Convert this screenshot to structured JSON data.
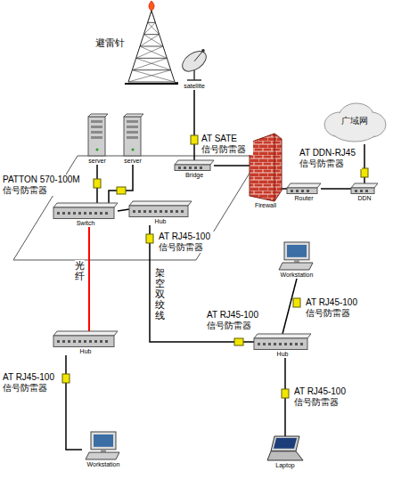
{
  "diagram": {
    "nodes": [
      {
        "text": [
          "避雷针"
        ]
      },
      {
        "text": [
          "satellite"
        ]
      },
      {
        "text": [
          "广域网"
        ]
      },
      {
        "text": [
          "server"
        ]
      },
      {
        "text": [
          "server"
        ]
      },
      {
        "text": [
          "Switch"
        ]
      },
      {
        "text": [
          "Hub"
        ]
      },
      {
        "text": [
          "Bridge"
        ]
      },
      {
        "text": [
          "Firewall"
        ]
      },
      {
        "text": [
          "Router"
        ]
      },
      {
        "text": [
          "DDN"
        ]
      },
      {
        "text": [
          "Hub"
        ]
      },
      {
        "text": [
          "Workstation"
        ]
      },
      {
        "text": [
          "Workstation"
        ]
      },
      {
        "text": [
          "Hub"
        ]
      },
      {
        "text": [
          "Laptop"
        ]
      }
    ],
    "edges": [
      {
        "from": 0,
        "to": 1,
        "arrow": "none"
      },
      {
        "from": 1,
        "to": 7,
        "arrow": "none"
      },
      {
        "from": 3,
        "to": 5,
        "arrow": "none"
      },
      {
        "from": 4,
        "to": 5,
        "arrow": "none"
      },
      {
        "from": 5,
        "to": 6,
        "arrow": "none"
      },
      {
        "from": 7,
        "to": 8,
        "arrow": "none"
      },
      {
        "from": 8,
        "to": 9,
        "arrow": "none"
      },
      {
        "from": 9,
        "to": 10,
        "arrow": "none"
      },
      {
        "from": 2,
        "to": 10,
        "arrow": "none"
      },
      {
        "from": 5,
        "to": 11,
        "label": "光纤",
        "arrow": "none"
      },
      {
        "from": 6,
        "to": 14,
        "label": "架空双绞线",
        "arrow": "none"
      },
      {
        "from": 11,
        "to": 12,
        "arrow": "none"
      },
      {
        "from": 14,
        "to": 13,
        "arrow": "none"
      },
      {
        "from": 14,
        "to": 15,
        "arrow": "none"
      }
    ],
    "labels": [
      "AT SATE 信号防雷器",
      "AT DDN-RJ45 信号防雷器",
      "PATTON 570-100M 信号防雷器",
      "AT RJ45-100 信号防雷器",
      "AT RJ45-100 信号防雷器",
      "AT RJ45-100 信号防雷器",
      "AT RJ45-100 信号防雷器",
      "AT RJ45-100 信号防雷器"
    ]
  }
}
